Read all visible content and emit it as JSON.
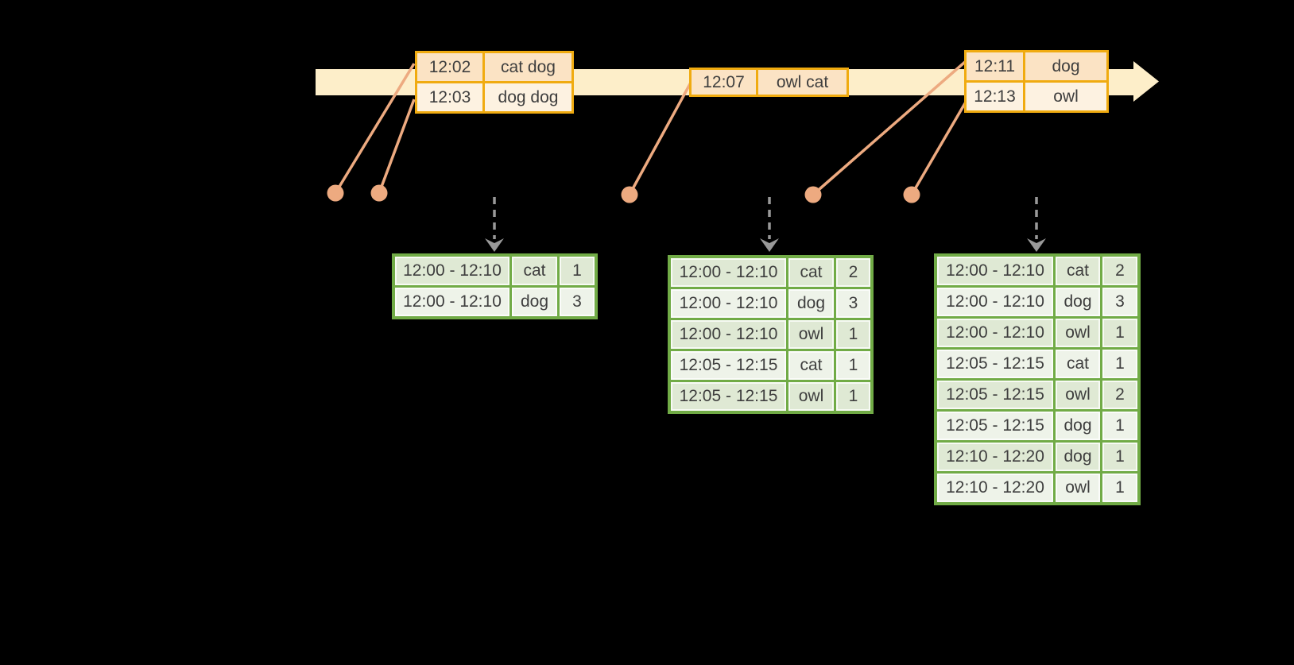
{
  "colors": {
    "text": "#3e3e3e",
    "band": "#fdeec9",
    "event_border": "#f0ab10",
    "event_row_a": "#fbe3c4",
    "event_row_b": "#fdf2e1",
    "connector": "#edaa80",
    "arrow_gray": "#999999",
    "result_border": "#71ab46",
    "result_row_a": "#dfe9d4",
    "result_row_b": "#eef3e9"
  },
  "timeline": {
    "event_tables": [
      {
        "rows": [
          {
            "time": "12:02",
            "words": "cat dog"
          },
          {
            "time": "12:03",
            "words": "dog dog"
          }
        ]
      },
      {
        "rows": [
          {
            "time": "12:07",
            "words": "owl cat"
          }
        ]
      },
      {
        "rows": [
          {
            "time": "12:11",
            "words": "dog"
          },
          {
            "time": "12:13",
            "words": "owl"
          }
        ]
      }
    ]
  },
  "result_tables": [
    {
      "rows": [
        {
          "window": "12:00 - 12:10",
          "word": "cat",
          "count": "1"
        },
        {
          "window": "12:00 - 12:10",
          "word": "dog",
          "count": "3"
        }
      ]
    },
    {
      "rows": [
        {
          "window": "12:00 - 12:10",
          "word": "cat",
          "count": "2"
        },
        {
          "window": "12:00 - 12:10",
          "word": "dog",
          "count": "3"
        },
        {
          "window": "12:00 - 12:10",
          "word": "owl",
          "count": "1"
        },
        {
          "window": "12:05 - 12:15",
          "word": "cat",
          "count": "1"
        },
        {
          "window": "12:05 - 12:15",
          "word": "owl",
          "count": "1"
        }
      ]
    },
    {
      "rows": [
        {
          "window": "12:00 - 12:10",
          "word": "cat",
          "count": "2"
        },
        {
          "window": "12:00 - 12:10",
          "word": "dog",
          "count": "3"
        },
        {
          "window": "12:00 - 12:10",
          "word": "owl",
          "count": "1"
        },
        {
          "window": "12:05 - 12:15",
          "word": "cat",
          "count": "1"
        },
        {
          "window": "12:05 - 12:15",
          "word": "owl",
          "count": "2"
        },
        {
          "window": "12:05 - 12:15",
          "word": "dog",
          "count": "1"
        },
        {
          "window": "12:10 - 12:20",
          "word": "dog",
          "count": "1"
        },
        {
          "window": "12:10 - 12:20",
          "word": "owl",
          "count": "1"
        }
      ]
    }
  ]
}
